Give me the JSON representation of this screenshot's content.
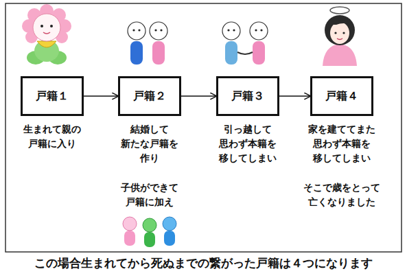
{
  "diagram": {
    "caption": "この場合生まれてから死ぬまでの繋がった戸籍は４つになります",
    "nodes": [
      {
        "text": [
          "戸籍１"
        ]
      },
      {
        "text": [
          "戸籍２"
        ]
      },
      {
        "text": [
          "戸籍３"
        ]
      },
      {
        "text": [
          "戸籍４"
        ]
      }
    ],
    "edges": [
      {
        "from": 0,
        "to": 1,
        "arrow": "to"
      },
      {
        "from": 1,
        "to": 2,
        "arrow": "to"
      },
      {
        "from": 2,
        "to": 3,
        "arrow": "to"
      }
    ],
    "labels": [
      "生まれて親の 戸籍に入り",
      "結婚して 新たな戸籍を 作り",
      "子供ができて 戸籍に加え",
      "引っ越して 思わず本籍を 移してしまい",
      "家を建ててまた 思わず本籍を 移してしまい",
      "そこで歳をとって 亡くなりました"
    ]
  }
}
